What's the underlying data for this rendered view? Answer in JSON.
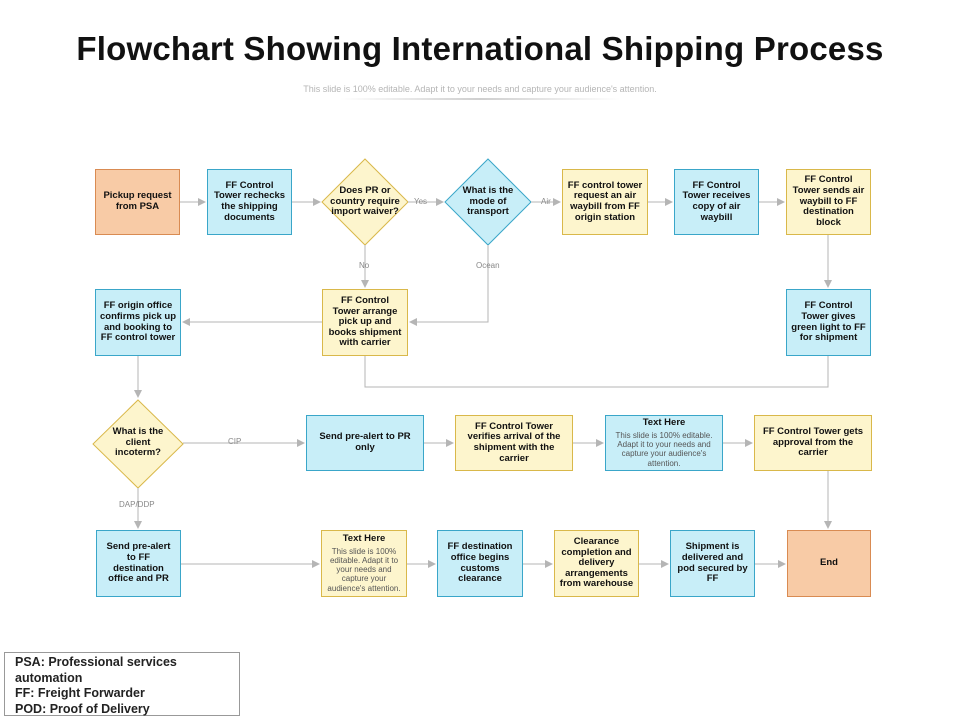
{
  "header": {
    "title": "Flowchart Showing International Shipping Process",
    "subtitle": "This slide is 100% editable. Adapt it to your needs and capture your audience's attention."
  },
  "nodes": {
    "pickup": "Pickup request from PSA",
    "recheck": "FF Control Tower rechecks the shipping documents",
    "waiver": "Does PR or country require import waiver?",
    "mode": "What is the mode of transport",
    "request_awb": "FF control tower request an air waybill from FF origin station",
    "receive_awb": "FF Control Tower receives copy of air waybill",
    "send_awb": "FF Control Tower sends air waybill to FF destination block",
    "origin_confirms": "FF origin office confirms pick up and booking to FF control tower",
    "arrange_pickup": "FF Control Tower arrange pick up and books shipment with carrier",
    "green_light": "FF Control Tower gives green light to FF for shipment",
    "incoterm": "What is the client incoterm?",
    "pre_alert_pr": "Send pre-alert to PR only",
    "verify_arrival": "FF Control Tower verifies arrival of the shipment with the carrier",
    "text_here_1": {
      "heading": "Text Here",
      "body": "This slide is 100% editable. Adapt it to your needs and capture your audience's attention."
    },
    "approval": "FF Control Tower gets approval from the carrier",
    "pre_alert_ff": "Send pre-alert to FF destination office and PR",
    "text_here_2": {
      "heading": "Text Here",
      "body": "This slide is 100% editable. Adapt it to your needs and capture your audience's attention."
    },
    "customs": "FF destination office begins customs clearance",
    "clearance": "Clearance completion and delivery arrangements from warehouse",
    "delivered": "Shipment is delivered and pod secured by FF",
    "end": "End"
  },
  "edge_labels": {
    "yes": "Yes",
    "air": "Air",
    "no": "No",
    "ocean": "Ocean",
    "cip": "CIP",
    "dap_ddp": "DAP/DDP"
  },
  "legend": {
    "items": [
      "PSA: Professional services automation",
      "FF: Freight Forwarder",
      "POD: Proof of Delivery"
    ]
  },
  "colors": {
    "orange_fill": "#f8cba6",
    "blue_fill": "#c8eef8",
    "yellow_fill": "#fdf5cd",
    "connector": "#b5b5b5"
  }
}
